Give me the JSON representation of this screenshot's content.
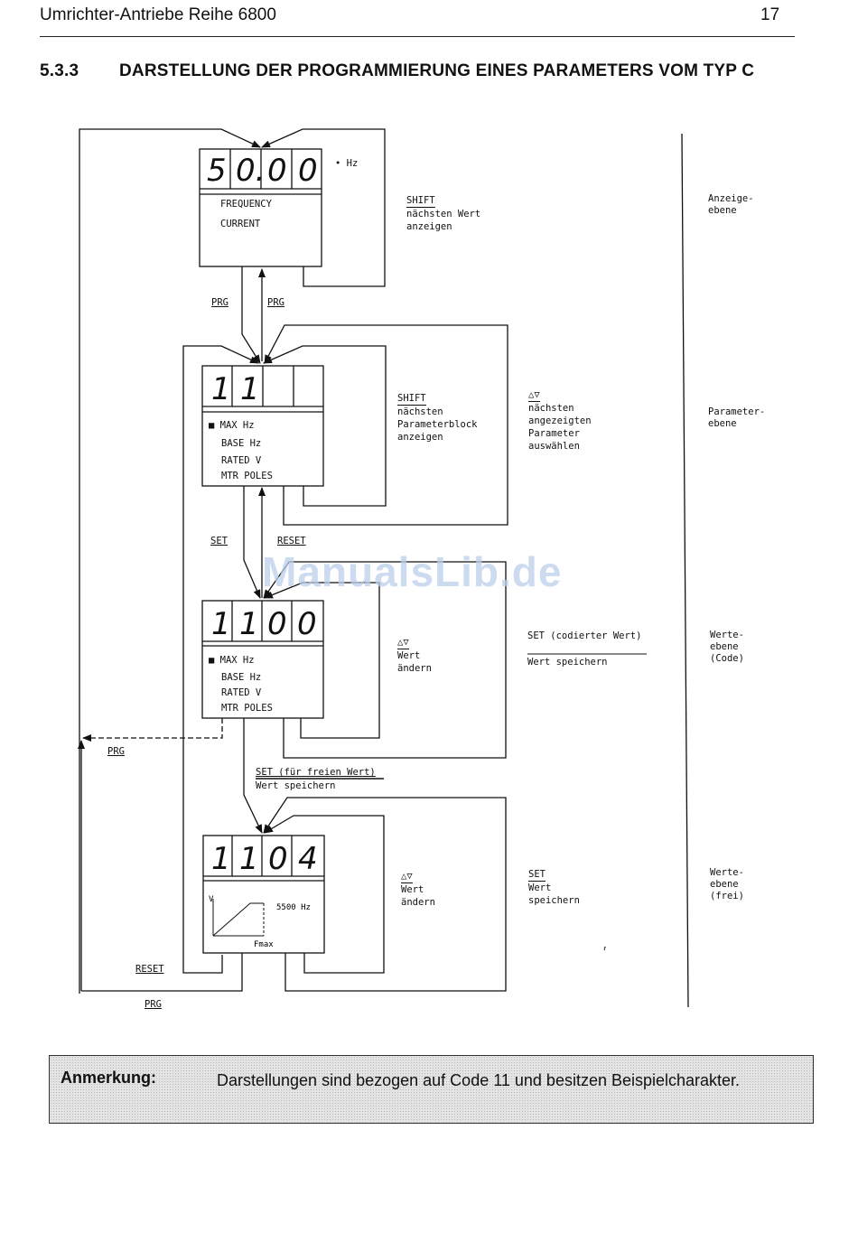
{
  "header": {
    "document_title": "Umrichter-Antriebe Reihe 6800",
    "page_number": "17"
  },
  "section": {
    "number": "5.3.3",
    "title": "DARSTELLUNG DER PROGRAMMIERUNG EINES PARAMETERS VOM TYP C"
  },
  "displays": [
    {
      "digits": [
        "5",
        "0.",
        "0",
        "0"
      ],
      "unit_marker": "• Hz",
      "labels": [
        "FREQUENCY",
        "CURRENT"
      ]
    },
    {
      "digits": [
        "1",
        "1",
        "",
        ""
      ],
      "labels": [
        "■ MAX Hz",
        "BASE Hz",
        "RATED V",
        "MTR POLES"
      ]
    },
    {
      "digits": [
        "1",
        "1",
        "0",
        "0"
      ],
      "labels": [
        "■ MAX Hz",
        "BASE Hz",
        "RATED V",
        "MTR POLES"
      ]
    },
    {
      "digits": [
        "1",
        "1",
        "0",
        "4"
      ],
      "graph": {
        "y_label": "V",
        "x_label": "Fmax",
        "value_label": "5500 Hz"
      }
    }
  ],
  "keys": {
    "prg": "PRG",
    "set": "SET",
    "reset": "RESET",
    "shift": "SHIFT",
    "up_down": "△▽"
  },
  "annotations": {
    "display_shift_action": [
      "nächsten Wert",
      "anzeigen"
    ],
    "param_shift_action": [
      "nächsten",
      "Parameterblock",
      "anzeigen"
    ],
    "param_updown_action": [
      "nächsten",
      "angezeigten",
      "Parameter",
      "auswählen"
    ],
    "code_updown_action": [
      "Wert",
      "ändern"
    ],
    "code_set_title": "SET (codierter Wert)",
    "code_set_action": "Wert speichern",
    "free_set_title": "SET (für freien Wert)",
    "free_set_action": "Wert speichern",
    "free_updown_action": [
      "Wert",
      "ändern"
    ],
    "free_set_label": "SET",
    "free_set_action_lines": [
      "Wert",
      "speichern"
    ]
  },
  "levels": [
    [
      "Anzeige-",
      "ebene"
    ],
    [
      "Parameter-",
      "ebene"
    ],
    [
      "Werte-",
      "ebene",
      "(Code)"
    ],
    [
      "Werte-",
      "ebene",
      "(frei)"
    ]
  ],
  "note": {
    "label": "Anmerkung:",
    "text": "Darstellungen sind bezogen auf Code 11 und besitzen Beispielcharakter."
  },
  "watermark": "ManualsLib.de"
}
